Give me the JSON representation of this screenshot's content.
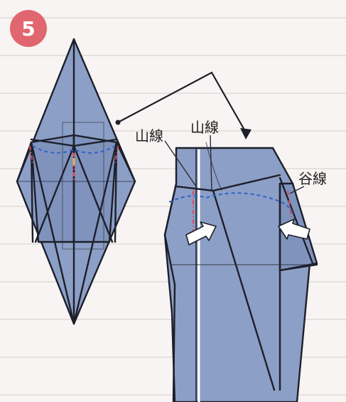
{
  "step": {
    "number": "5"
  },
  "labels": {
    "mountain_fold_1": "山線",
    "mountain_fold_2": "山線",
    "valley_fold": "谷線"
  },
  "colors": {
    "badge": "#e0676f",
    "paper": "#8c9fc6",
    "background": "#f7f4f3",
    "valley_line": "#2f62c9",
    "mountain_line": "#d94a5a"
  },
  "icons": {
    "left_push_arrow": "arrow-right-icon",
    "right_push_arrow": "arrow-left-icon",
    "zoom_pointer": "curved-arrow-icon"
  }
}
